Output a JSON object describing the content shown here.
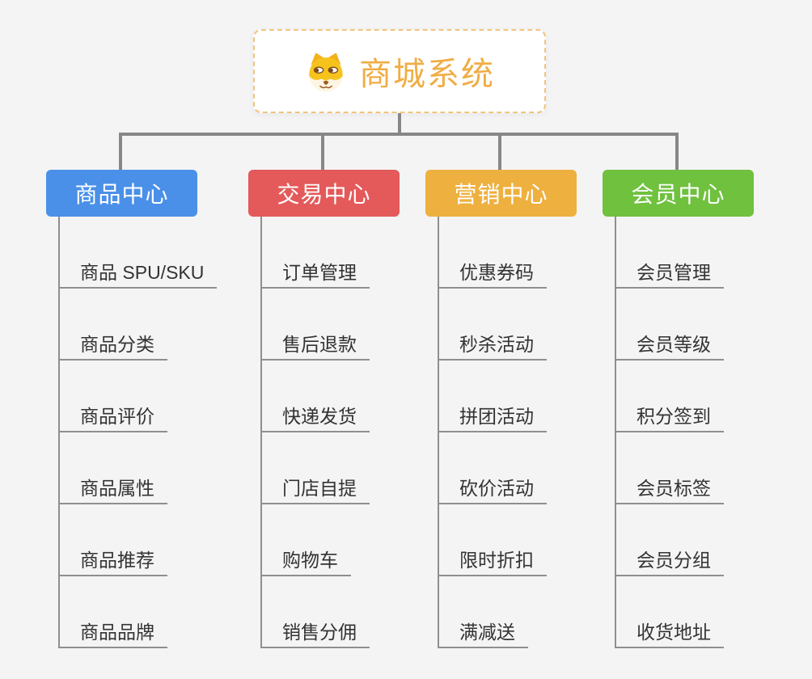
{
  "root": {
    "title": "商城系统",
    "icon": "dog-face-icon",
    "title_color": "#f0ad44",
    "border_color": "#f3c47c"
  },
  "branches": [
    {
      "label": "商品中心",
      "color": "#4a90e8",
      "items": [
        "商品 SPU/SKU",
        "商品分类",
        "商品评价",
        "商品属性",
        "商品推荐",
        "商品品牌"
      ]
    },
    {
      "label": "交易中心",
      "color": "#e4595a",
      "items": [
        "订单管理",
        "售后退款",
        "快递发货",
        "门店自提",
        "购物车",
        "销售分佣"
      ]
    },
    {
      "label": "营销中心",
      "color": "#eeb03f",
      "items": [
        "优惠券码",
        "秒杀活动",
        "拼团活动",
        "砍价活动",
        "限时折扣",
        "满减送"
      ]
    },
    {
      "label": "会员中心",
      "color": "#6fc13e",
      "items": [
        "会员管理",
        "会员等级",
        "积分签到",
        "会员标签",
        "会员分组",
        "收货地址"
      ]
    }
  ],
  "colors": {
    "background": "#f4f4f5",
    "connector": "#878787",
    "leaf_line": "#8f8f8f",
    "leaf_text": "#333333"
  }
}
